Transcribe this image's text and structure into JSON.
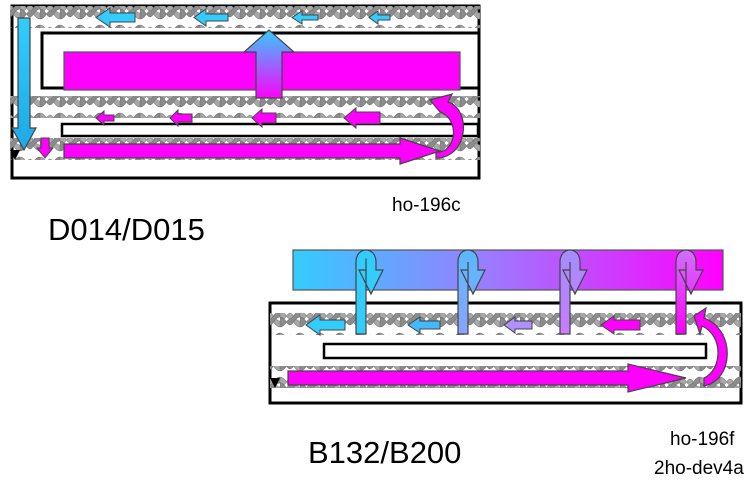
{
  "labels": {
    "top_structure": "D014/D015",
    "top_code": "ho-196c",
    "bottom_structure": "B132/B200",
    "bottom_code_1": "ho-196f",
    "bottom_code_2": "2ho-dev4a"
  },
  "colors": {
    "magenta": "#ff00ff",
    "cyan": "#33ccff",
    "strand_grey": "#9a9a9a",
    "outline": "#000000"
  },
  "icons": {
    "helix": "gray-double-helix",
    "arrow": "block-arrow",
    "u_turn": "curved-u-turn-arrow",
    "end_marker": "black-triangle-marker"
  }
}
